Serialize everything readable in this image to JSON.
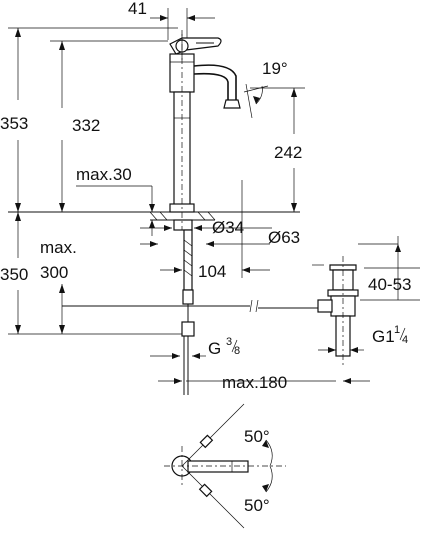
{
  "dimensions": {
    "d41": "41",
    "d19": "19°",
    "d353": "353",
    "d332": "332",
    "d242": "242",
    "dmax30": "max.30",
    "d34": "Ø34",
    "d63": "Ø63",
    "d350": "350",
    "dmax": "max.",
    "d300": "300",
    "d104": "104",
    "d4053": "40-53",
    "g38_g": "G",
    "g38_num": "3",
    "g38_den": "8",
    "g114_g": "G1",
    "g114_num": "1",
    "g114_den": "4",
    "dmax180": "max.180",
    "d50a": "50°",
    "d50b": "50°"
  }
}
